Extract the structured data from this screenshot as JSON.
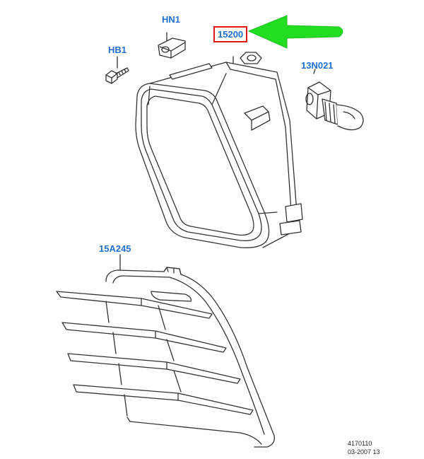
{
  "diagram": {
    "callouts": {
      "hn1": "HN1",
      "hb1": "HB1",
      "part_15200": "15200",
      "part_13n021": "13N021",
      "part_15a245": "15A245"
    },
    "footer": {
      "ref_code": "4170110",
      "date_code": "03-2007 13"
    },
    "colors": {
      "callout_text": "#1f6fd1",
      "highlight_box": "#e01818",
      "pointer_arrow": "#22dd22",
      "line_art": "#333333"
    },
    "icons": {
      "pointer": "green-arrow-icon"
    }
  }
}
